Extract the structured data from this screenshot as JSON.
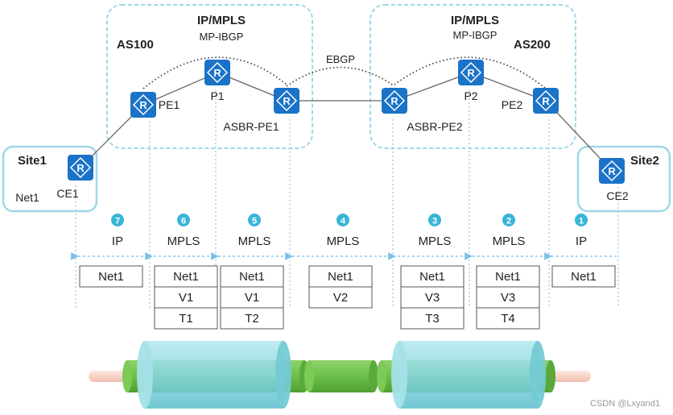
{
  "areas": {
    "as100": {
      "title": "IP/MPLS",
      "name": "AS100",
      "session": "MP-IBGP"
    },
    "as200": {
      "title": "IP/MPLS",
      "name": "AS200",
      "session": "MP-IBGP"
    },
    "ebgp": "EBGP",
    "site1": "Site1",
    "site2": "Site2"
  },
  "nodes": {
    "pe1": "PE1",
    "p1": "P1",
    "asbr_pe1": "ASBR-PE1",
    "asbr_pe2": "ASBR-PE2",
    "p2": "P2",
    "pe2": "PE2",
    "ce1": "CE1",
    "ce2": "CE2",
    "net1": "Net1"
  },
  "router_glyph": "R",
  "steps": [
    {
      "num": "7",
      "proto": "IP",
      "labels": [
        "Net1"
      ]
    },
    {
      "num": "6",
      "proto": "MPLS",
      "labels": [
        "Net1",
        "V1",
        "T1"
      ]
    },
    {
      "num": "5",
      "proto": "MPLS",
      "labels": [
        "Net1",
        "V1",
        "T2"
      ]
    },
    {
      "num": "4",
      "proto": "MPLS",
      "labels": [
        "Net1",
        "V2"
      ]
    },
    {
      "num": "3",
      "proto": "MPLS",
      "labels": [
        "Net1",
        "V3",
        "T3"
      ]
    },
    {
      "num": "2",
      "proto": "MPLS",
      "labels": [
        "Net1",
        "V3",
        "T4"
      ]
    },
    {
      "num": "1",
      "proto": "IP",
      "labels": [
        "Net1"
      ]
    }
  ],
  "watermark": "CSDN @Lxyand1",
  "colors": {
    "router": "#1a73c8",
    "area_border": "#9fd8e6",
    "step_circle": "#38b6d8",
    "tunnel": "#8ad6df",
    "lsp": "#6cc04a",
    "ip_pipe": "#f7cfc0"
  }
}
